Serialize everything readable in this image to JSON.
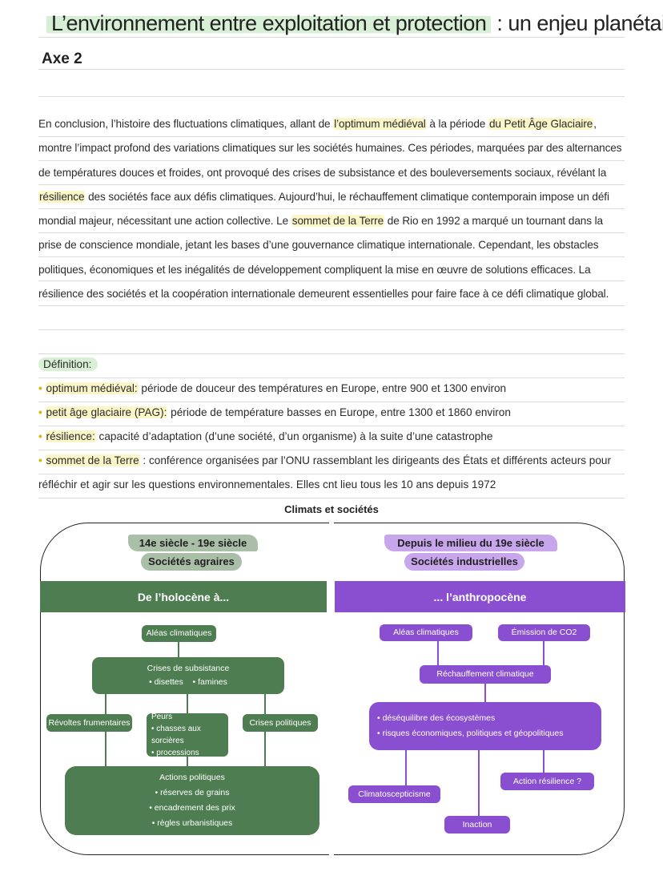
{
  "title": {
    "highlighted": "L’environnement entre exploitation et protection",
    "rest": " : un enjeu planétaire"
  },
  "subtitle": "Axe 2",
  "conclusion": {
    "s1": "En conclusion, l’histoire des fluctuations climatiques, allant de ",
    "h1": "l’optimum médiéval",
    "s2": " à la période ",
    "h2": "du Petit Âge Glaciaire",
    "s3": ", montre l’impact profond des variations climatiques sur les sociétés humaines. Ces périodes, marquées par des alternances de températures douces et froides, ont provoqué des crises de subsistance et des bouleversements sociaux, révélant la ",
    "h3": "résilience",
    "s4": " des sociétés face aux défis climatiques. Aujourd’hui, le réchauffement climatique contemporain impose un défi mondial majeur, nécessitant une action collective. Le ",
    "h4": "sommet de la Terre",
    "s5": " de Rio en 1992 a marqué un tournant dans la prise de conscience mondiale, jetant les bases d’une gouvernance climatique internationale. Cependant, les obstacles politiques, économiques et les inégalités de développement compliquent la mise en œuvre de solutions efficaces. La résilience des sociétés et la coopération internationale demeurent essentielles pour faire face à ce défi climatique global."
  },
  "definitions": {
    "title": "Définition:",
    "bullet": "•",
    "items": [
      {
        "term": "optimum médiéval:",
        "text": " période de douceur des températures en Europe, entre 900 et 1300 environ"
      },
      {
        "term": "petit âge glaciaire (PAG):",
        "text": " période de température basses en Europe, entre 1300 et 1860 environ"
      },
      {
        "term": "résilience:",
        "text": " capacité d’adaptation (d’une société, d’un organisme) à la suite d’une catastrophe"
      },
      {
        "term": "sommet de la Terre",
        "text": " : conférence organisées par l’ONU rassemblant les dirigeants des États et différents acteurs pour réfléchir et agir sur les questions environnementales. Elles cnt lieu tous les 10 ans depuis 1972"
      }
    ]
  },
  "diagram": {
    "title": "Climats et sociétés",
    "left": {
      "period": "14e siècle - 19e siècle",
      "society": "Sociétés agraires",
      "band": "De l’holocène à...",
      "aleas": "Aléas climatiques",
      "crises_title": "Crises de subsistance",
      "crises_items": "• disettes    • famines",
      "revoltes": "Révoltes frumentaires",
      "peurs_title": "Peurs",
      "peurs_item1": "• chasses aux sorcières",
      "peurs_item2": "• processions",
      "crises_pol": "Crises politiques",
      "actions_title": "Actions politiques",
      "actions_item1": "• réserves de grains",
      "actions_item2": "• encadrement des prix",
      "actions_item3": "• règles urbanistiques"
    },
    "right": {
      "period": "Depuis le milieu du 19e siècle",
      "society": "Sociétés industrielles",
      "band": "... l’anthropocène",
      "aleas": "Aléas climatiques",
      "co2": "Émission de CO2",
      "rechauffement": "Réchauffement climatique",
      "conseq1": "• déséquilibre des écosystèmes",
      "conseq2": "• risques économiques, politiques et géopolitiques",
      "action": "Action résilience ?",
      "climato": "Climatoscepticisme",
      "inaction": "Inaction"
    },
    "colors": {
      "green": "#4f7d52",
      "purple": "#8a4fd0",
      "sage": "#a9bfa8",
      "lilac": "#c8a6ec"
    }
  }
}
